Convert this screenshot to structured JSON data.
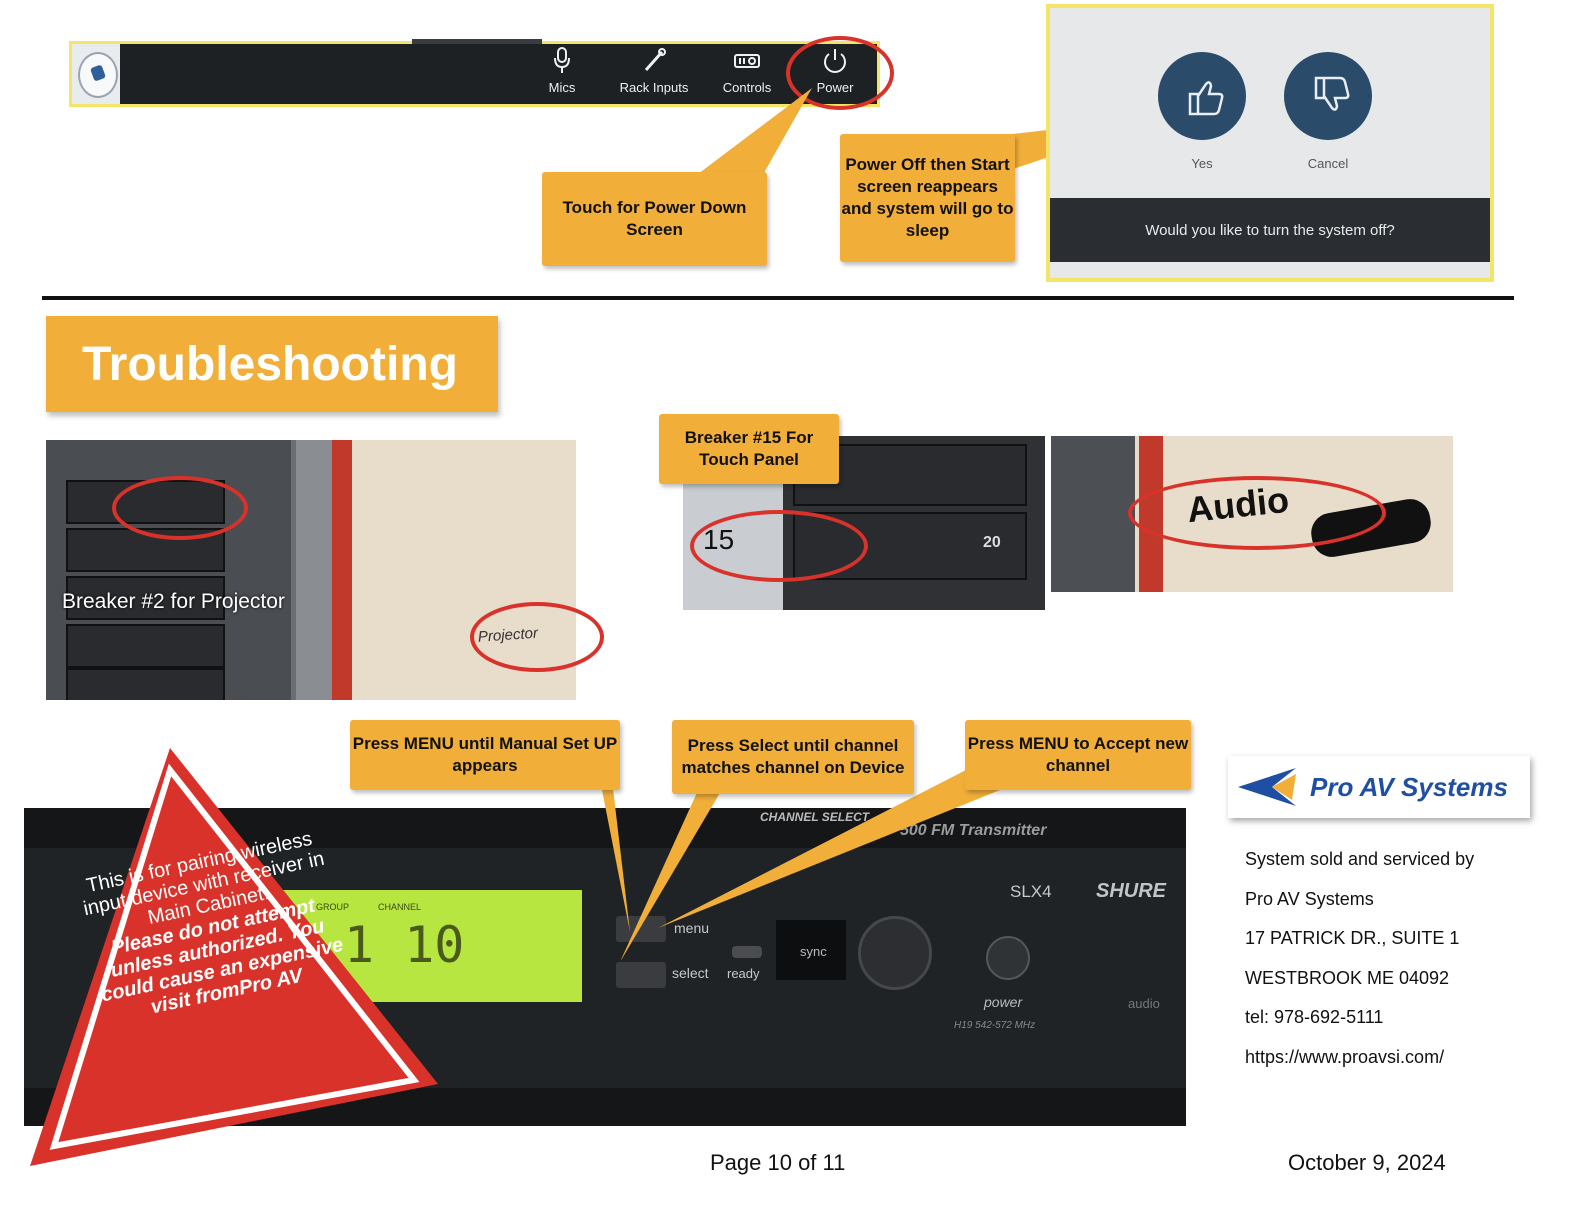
{
  "top_panel": {
    "nav": [
      {
        "label": "Mics",
        "icon": "microphone-icon"
      },
      {
        "label": "Rack Inputs",
        "icon": "pen-icon"
      },
      {
        "label": "Controls",
        "icon": "projector-icon"
      },
      {
        "label": "Power",
        "icon": "power-icon"
      }
    ],
    "callout_power": "Touch for Power Down Screen",
    "callout_confirm": "Power Off then Start screen reappears and system will go to sleep",
    "dialog": {
      "yes": "Yes",
      "cancel": "Cancel",
      "question": "Would you like to turn the system off?"
    }
  },
  "troubleshooting": {
    "title": "Troubleshooting",
    "breaker_projector": "Breaker #2 for Projector",
    "breaker_touch_panel": "Breaker #15 For Touch Panel",
    "breaker_number_label": "15",
    "breaker_amp_label": "20",
    "danger_word": "DANGER",
    "handwritten_projector": "Projector",
    "handwritten_audio": "Audio"
  },
  "receiver": {
    "callout_menu": "Press MENU until Manual Set UP appears",
    "callout_select": "Press Select until channel matches channel on Device",
    "callout_accept": "Press MENU to Accept new channel",
    "channel_select": "CHANNEL SELECT",
    "transmitter": "500 FM Transmitter",
    "model": "SLX4",
    "brand": "SHURE",
    "lcd_group": "GROUP",
    "lcd_channel": "CHANNEL",
    "lcd_value": "1 10",
    "menu": "menu",
    "select": "select",
    "ready": "ready",
    "sync": "sync",
    "power": "power",
    "audio": "audio",
    "freq": "H19 542-572 MHz",
    "warning": "This is for pairing wireless input device with receiver in Main Cabinet.",
    "warning_bold": "Please do not attempt unless authorized. You could cause an expensive visit fromPro AV"
  },
  "company": {
    "logo_text": "Pro AV Systems",
    "lines": [
      "System sold and serviced by",
      "Pro AV Systems",
      "17 PATRICK DR., SUITE 1",
      "WESTBROOK ME 04092",
      "tel: 978-692-5111",
      "https://www.proavsi.com/"
    ]
  },
  "footer": {
    "page": "Page 10 of 11",
    "date": "October 9, 2024"
  }
}
